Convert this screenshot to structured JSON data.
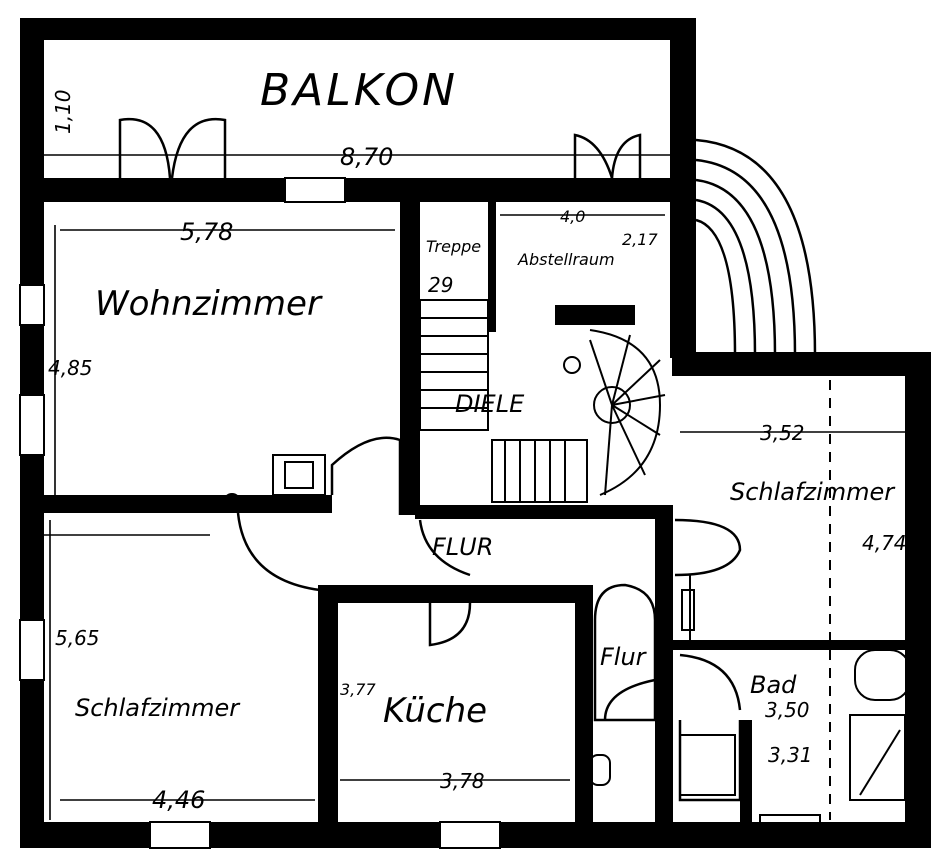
{
  "rooms": {
    "balkon": "BALKON",
    "wohnzimmer": "Wohnzimmer",
    "treppe": "Treppe",
    "treppe_num": "29",
    "abstellraum": "Abstellraum",
    "diele": "DIELE",
    "flur_upper": "FLUR",
    "schlafzimmer_left": "Schlafzimmer",
    "kueche": "Küche",
    "flur": "Flur",
    "schlafzimmer_right": "Schlafzimmer",
    "bad": "Bad"
  },
  "dimensions": {
    "balkon_depth": "1,10",
    "balkon_width": "8,70",
    "wohnzimmer_width": "5,78",
    "wohnzimmer_depth": "4,85",
    "abstell_width": "4,0",
    "abstell_depth": "2,17",
    "schlaf_right_width": "3,52",
    "schlaf_right_depth": "4,74",
    "schlaf_left_depth": "5,65",
    "schlaf_left_width": "4,46",
    "kueche_depth": "3,77",
    "kueche_width": "3,78",
    "bad_a": "3,50",
    "bad_b": "3,31"
  }
}
